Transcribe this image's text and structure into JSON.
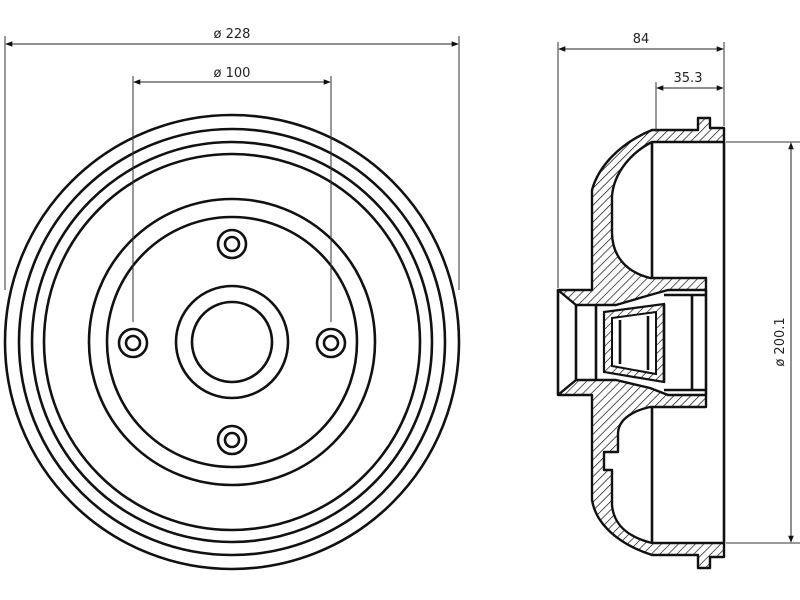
{
  "dimensions": {
    "outer_diameter": "ø 228",
    "bolt_circle": "ø 100",
    "total_width": "84",
    "offset": "35.3",
    "inner_diameter": "ø 200.1"
  },
  "colors": {
    "line": "#111111",
    "background": "#ffffff"
  }
}
